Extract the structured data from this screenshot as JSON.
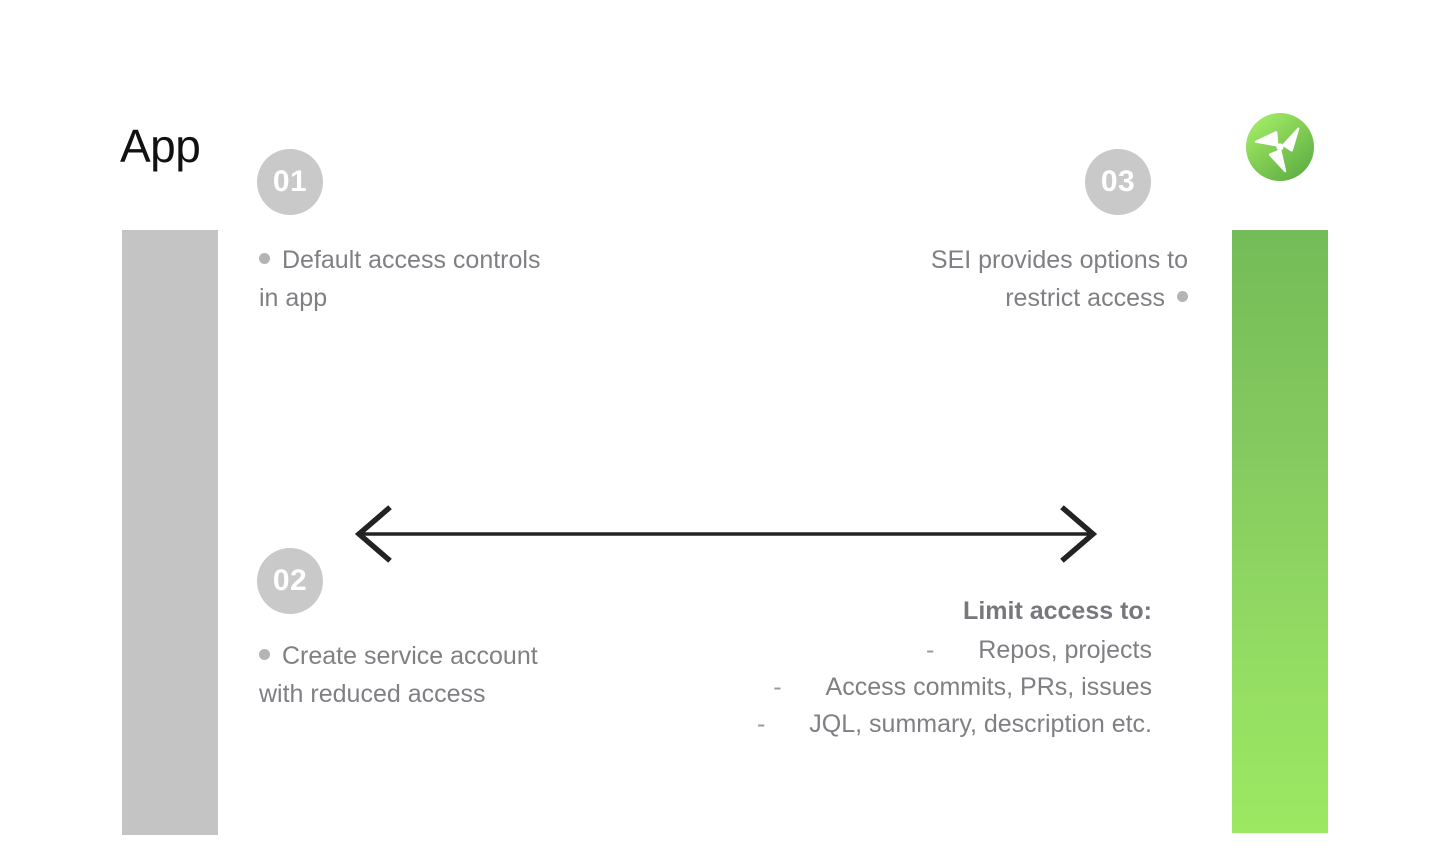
{
  "slide": {
    "title": "App",
    "background_color": "#ffffff"
  },
  "brand": {
    "logo_name": "propeller-logo",
    "logo_color_start": "#9ee763",
    "logo_color_end": "#5fb14a"
  },
  "bars": {
    "left": {
      "name": "app-column-bar",
      "color": "#c4c4c4"
    },
    "right": {
      "name": "sei-column-bar",
      "gradient_start": "#74bc57",
      "gradient_end": "#9ce862"
    }
  },
  "steps": [
    {
      "badge": "01",
      "side": "left",
      "lines": [
        "Default access",
        "controls in app"
      ],
      "text": "Default access controls in app"
    },
    {
      "badge": "02",
      "side": "left",
      "lines": [
        "Create service",
        "account with",
        "reduced access"
      ],
      "text": "Create service account with reduced access"
    },
    {
      "badge": "03",
      "side": "right",
      "lines": [
        "SEI provides",
        "options to",
        "restrict access"
      ],
      "text": "SEI provides options to restrict access"
    }
  ],
  "arrow": {
    "name": "bidirectional-arrow",
    "color": "#232323",
    "direction": "both"
  },
  "limit_access": {
    "heading": "Limit access to:",
    "dash": "-",
    "items": [
      "Repos, projects",
      "Access commits, PRs, issues",
      "JQL, summary, description etc."
    ]
  },
  "colors": {
    "muted_text": "#808084",
    "badge_fill": "#c9c9c9",
    "bullet": "#b4b4b4",
    "title_text": "#111111"
  }
}
